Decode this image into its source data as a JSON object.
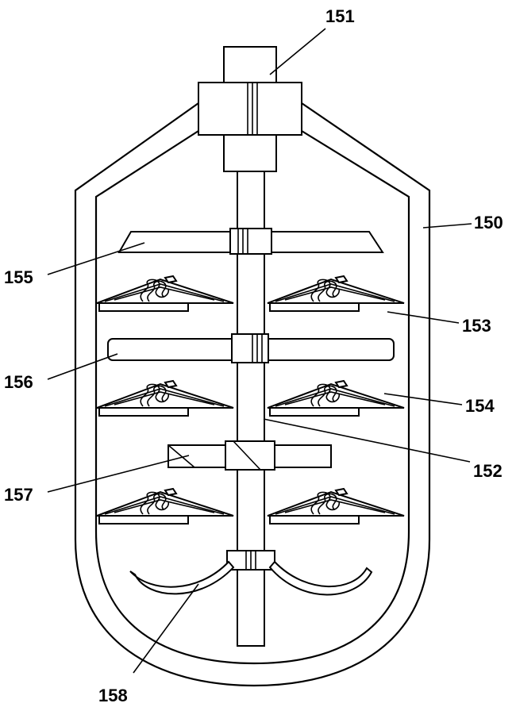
{
  "labels": {
    "l150": "150",
    "l151": "151",
    "l152": "152",
    "l153": "153",
    "l154": "154",
    "l155": "155",
    "l156": "156",
    "l157": "157",
    "l158": "158"
  }
}
